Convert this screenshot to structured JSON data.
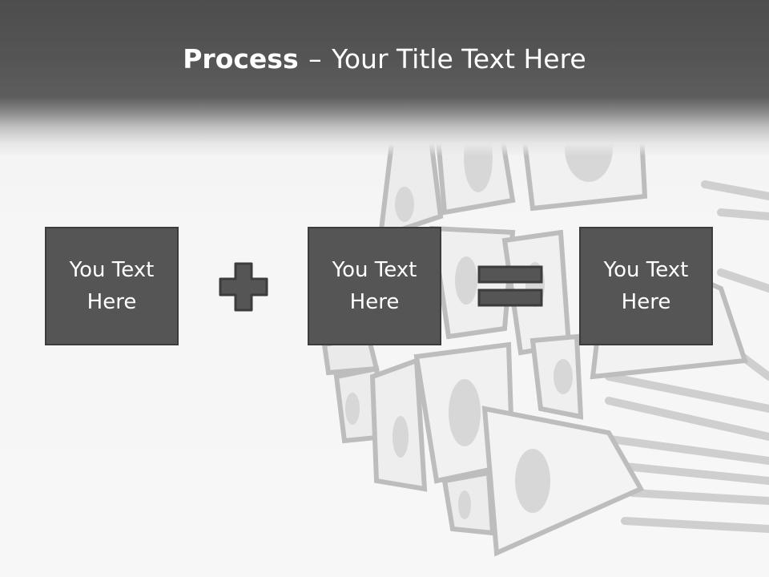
{
  "title": {
    "bold": "Process",
    "dash": "–",
    "rest": "Your Title Text Here"
  },
  "boxes": [
    {
      "text": "You Text Here"
    },
    {
      "text": "You Text Here"
    },
    {
      "text": "You Text Here"
    }
  ],
  "operators": {
    "first": "plus-icon",
    "second": "equals-icon"
  },
  "background_image": "speaker-cluster-illustration",
  "colors": {
    "title_bar": "#555555",
    "box_fill": "#555555",
    "box_border": "#3c3c3c",
    "text": "#ffffff",
    "background": "#f4f4f4"
  }
}
